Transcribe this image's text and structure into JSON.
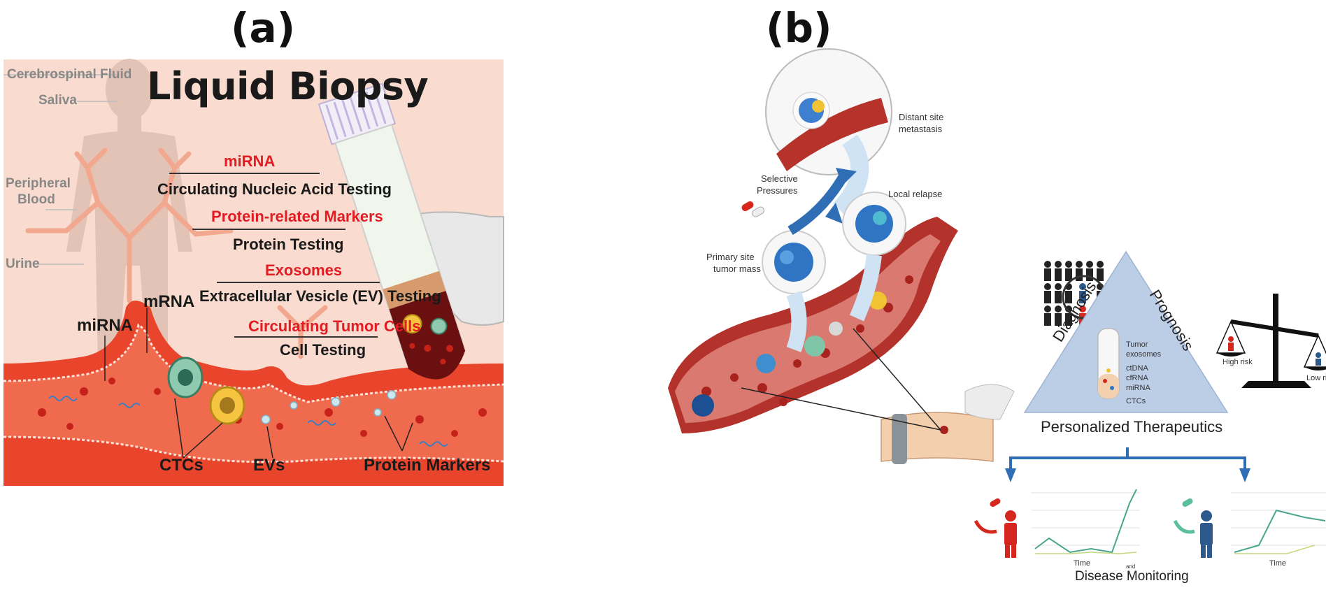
{
  "panel_a": {
    "label": "(a)",
    "title": "Liquid Biopsy",
    "body_sites": [
      "Cerebrospinal Fluid",
      "Saliva",
      "Peripheral",
      "Blood",
      "Urine"
    ],
    "tests": [
      {
        "marker": "miRNA",
        "test": "Circulating Nucleic Acid Testing"
      },
      {
        "marker": "Protein-related Markers",
        "test": "Protein Testing"
      },
      {
        "marker": "Exosomes",
        "test": "Extracellular Vesicle (EV) Testing"
      },
      {
        "marker": "Circulating Tumor Cells",
        "test": "Cell Testing"
      }
    ],
    "vessel_labels": {
      "mirna": "miRNA",
      "mrna": "mRNA",
      "ctcs": "CTCs",
      "evs": "EVs",
      "protein": "Protein Markers"
    },
    "colors": {
      "background": "#f9d9cc",
      "vessel": "#e8452c",
      "marker_red": "#e31b23"
    }
  },
  "panel_b": {
    "label": "(b)",
    "labels": {
      "distant_1": "Distant site",
      "distant_2": "metastasis",
      "selective_1": "Selective",
      "selective_2": "Pressures",
      "local": "Local relapse",
      "primary_1": "Primary site",
      "primary_2": "tumor mass",
      "diagnosis": "Diagnosis",
      "prognosis": "Prognosis",
      "tube_1": "Tumor",
      "tube_2": "exosomes",
      "tube_3": "ctDNA",
      "tube_4": "cfRNA",
      "tube_5": "miRNA",
      "tube_6": "CTCs",
      "high_risk": "High risk",
      "low_risk": "Low risk",
      "therapeutics": "Personalized Therapeutics",
      "time_1": "Time",
      "time_2": "Time",
      "and": "and",
      "monitoring": "Disease Monitoring"
    },
    "colors": {
      "triangle": "#b7c9e2",
      "arrow_blue": "#2f6db5",
      "red_person": "#d6271f",
      "blue_person": "#2d5a8c"
    }
  }
}
